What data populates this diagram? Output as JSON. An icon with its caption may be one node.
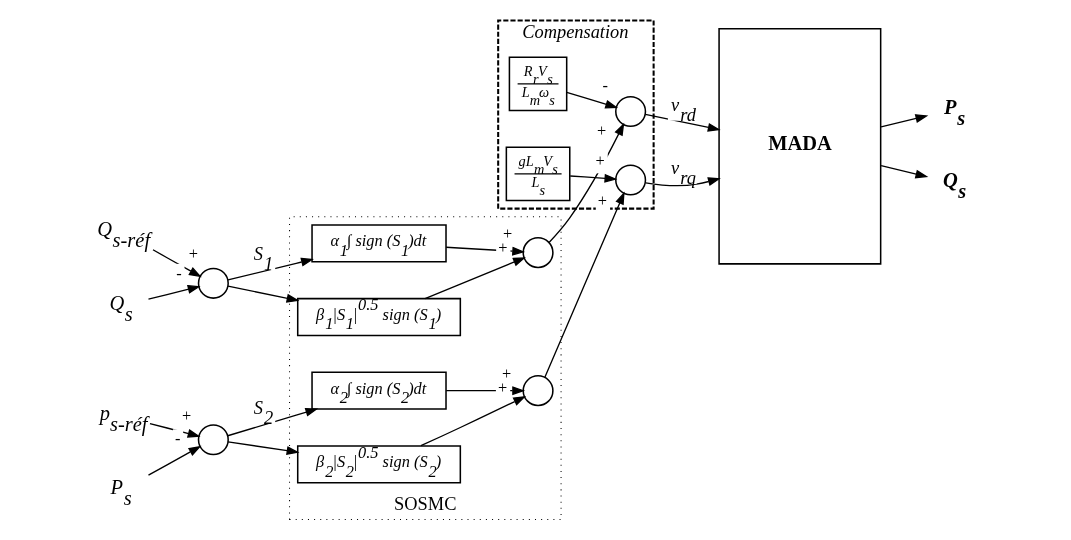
{
  "diagram": {
    "nodes": [
      {
        "text": [
          "SOSMC"
        ]
      },
      {
        "text": [
          "Compensation"
        ]
      },
      {
        "text": [
          "Q$_{s-réf}$"
        ]
      },
      {
        "text": [],
        "shape": "circle"
      },
      {
        "text": [
          "Q$_{s}$"
        ]
      },
      {
        "text": [
          "α$_{1}$∫ sign (S$_{1}$)dt"
        ],
        "in": 0
      },
      {
        "text": [
          "β$_{1}$|S$_{1}$|$^{0.5}$ sign (S$_{1}$)"
        ],
        "in": 0
      },
      {
        "text": [],
        "shape": "circle",
        "in": 0
      },
      {
        "text": [
          "R$_{r}$V$_{s}$",
          "L$_{m}$ω$_{s}$"
        ],
        "in": 1
      },
      {
        "text": [],
        "shape": "circle",
        "in": 1
      },
      {
        "text": [
          "MADA"
        ]
      },
      {
        "text": [
          "P$_{s}$"
        ]
      },
      {
        "text": [
          "Q$_{s}$"
        ]
      },
      {
        "text": [
          "p$_{s-réf}$"
        ]
      },
      {
        "text": [],
        "shape": "circle"
      },
      {
        "text": [
          "P$_{s}$"
        ]
      },
      {
        "text": [
          "α$_{2}$∫ sign (S$_{2}$)dt"
        ],
        "in": 0
      },
      {
        "text": [
          "β$_{2}$|S$_{2}$|$^{0.5}$ sign (S$_{2}$)"
        ],
        "in": 0
      },
      {
        "text": [],
        "shape": "circle",
        "in": 0
      },
      {
        "text": [
          "gL$_{m}$V$_{s}$",
          "L$_{s}$"
        ],
        "in": 1
      },
      {
        "text": [],
        "shape": "circle",
        "in": 1
      }
    ],
    "edges": [
      {
        "from": 2,
        "to": 3,
        "arrow": "to",
        "label": "+"
      },
      {
        "from": 4,
        "to": 3,
        "arrow": "to",
        "label": "-"
      },
      {
        "from": 3,
        "to": 5,
        "arrow": "to",
        "label": "S$_{1}$"
      },
      {
        "from": 3,
        "to": 6,
        "arrow": "to"
      },
      {
        "from": 5,
        "to": 7,
        "arrow": "to",
        "label": "+"
      },
      {
        "from": 6,
        "to": 7,
        "arrow": "to",
        "label": "+"
      },
      {
        "from": 7,
        "to": 9,
        "arrow": "to",
        "label": "+"
      },
      {
        "from": 8,
        "to": 9,
        "arrow": "to",
        "label": "-"
      },
      {
        "from": 9,
        "to": 10,
        "arrow": "to",
        "label": "v$_{rd}$"
      },
      {
        "from": 10,
        "to": 11,
        "arrow": "to"
      },
      {
        "from": 10,
        "to": 12,
        "arrow": "to"
      },
      {
        "from": 13,
        "to": 14,
        "arrow": "to",
        "label": "+"
      },
      {
        "from": 15,
        "to": 14,
        "arrow": "to",
        "label": "-"
      },
      {
        "from": 14,
        "to": 16,
        "arrow": "to",
        "label": "S$_{2}$"
      },
      {
        "from": 14,
        "to": 17,
        "arrow": "to"
      },
      {
        "from": 16,
        "to": 18,
        "arrow": "to",
        "label": "+"
      },
      {
        "from": 17,
        "to": 18,
        "arrow": "to",
        "label": "+"
      },
      {
        "from": 18,
        "to": 20,
        "arrow": "to",
        "label": "+"
      },
      {
        "from": 19,
        "to": 20,
        "arrow": "to",
        "label": "+"
      },
      {
        "from": 20,
        "to": 10,
        "arrow": "to",
        "label": "v$_{rq}$"
      }
    ]
  }
}
